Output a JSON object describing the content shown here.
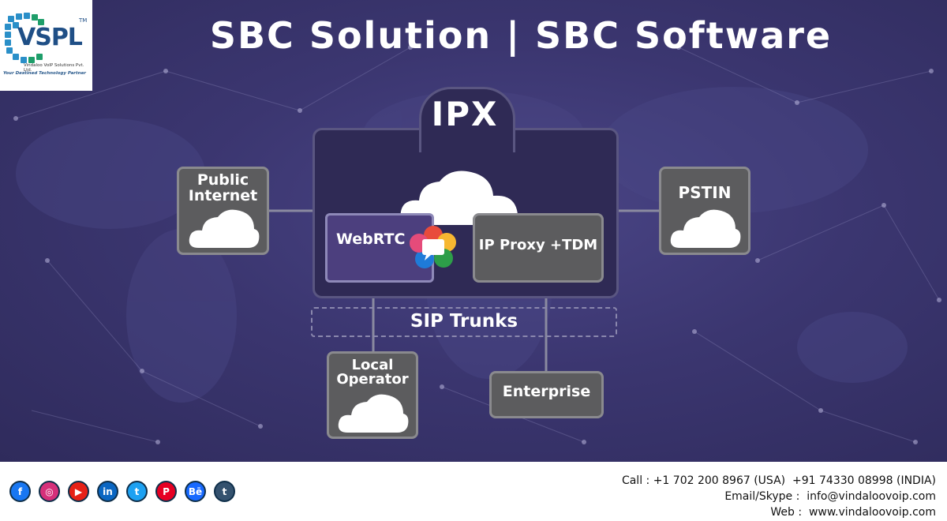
{
  "title": "SBC Solution | SBC Software",
  "logo": {
    "brand": "VSPL",
    "tm": "TM",
    "company": "Vindaloo VoIP Solutions Pvt. Ltd.",
    "tagline": "Your Destined Technology Partner"
  },
  "diagram": {
    "ipx": "IPX",
    "webrtc": "WebRTC",
    "proxy": "IP Proxy +TDM",
    "public_internet": [
      "Public",
      "Internet"
    ],
    "pstin": "PSTIN",
    "sip_trunks": "SIP Trunks",
    "local_operator": [
      "Local",
      "Operator"
    ],
    "enterprise": "Enterprise"
  },
  "footer": {
    "call": "Call : +1 702 200 8967 (USA)  +91 74330 08998 (INDIA)",
    "email": "Email/Skype :  info@vindaloovoip.com",
    "web": "Web :  www.vindaloovoip.com",
    "social": [
      {
        "name": "facebook-icon",
        "glyph": "f",
        "color": "#1877f2"
      },
      {
        "name": "instagram-icon",
        "glyph": "◎",
        "color": "#d6307a"
      },
      {
        "name": "youtube-icon",
        "glyph": "▶",
        "color": "#e62117"
      },
      {
        "name": "linkedin-icon",
        "glyph": "in",
        "color": "#0a66c2"
      },
      {
        "name": "twitter-icon",
        "glyph": "t",
        "color": "#1da1f2"
      },
      {
        "name": "pinterest-icon",
        "glyph": "P",
        "color": "#e60023"
      },
      {
        "name": "behance-icon",
        "glyph": "Bē",
        "color": "#1769ff"
      },
      {
        "name": "tumblr-icon",
        "glyph": "t",
        "color": "#34526f"
      }
    ]
  },
  "colors": {
    "background": "#3b3670",
    "ipx_fill": "#2f2a55",
    "box_gray": "#5c5c5e",
    "webrtc_fill": "#4c3f7e"
  }
}
